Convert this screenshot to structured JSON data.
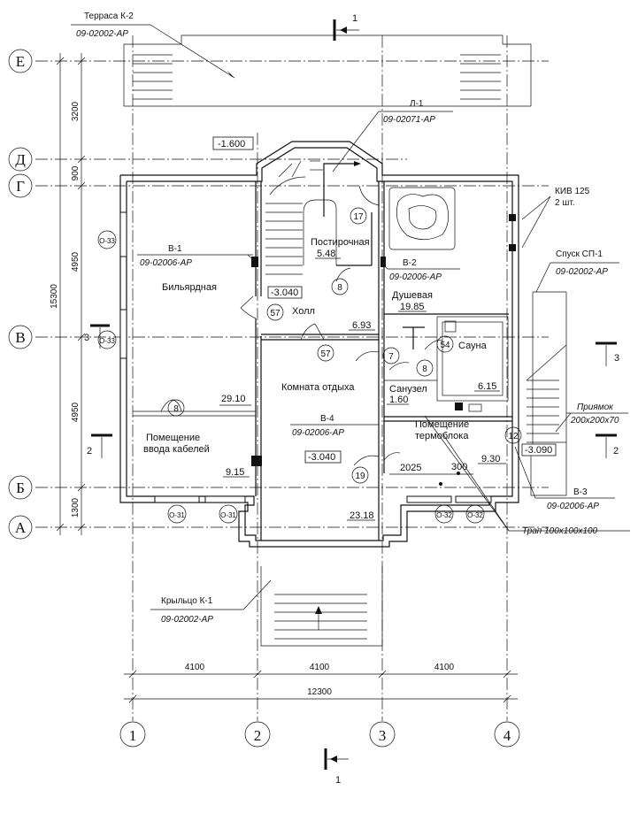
{
  "axes": {
    "letters": [
      "Е",
      "Д",
      "Г",
      "В",
      "Б",
      "А"
    ],
    "numbers": [
      "1",
      "2",
      "3",
      "4"
    ]
  },
  "dims": {
    "left": [
      "3200",
      "900",
      "4950",
      "4950",
      "1300"
    ],
    "left_total": "15300",
    "bottom": [
      "4100",
      "4100",
      "4100"
    ],
    "bottom_total": "12300"
  },
  "section": {
    "mark": "1",
    "cut3": "3",
    "cut2": "2"
  },
  "rooms": {
    "billiard": "Бильярдная",
    "pantry": "Постирочная",
    "hall": "Холл",
    "shower": "Душевая",
    "sauna": "Сауна",
    "rest": "Комната отдыха",
    "wc": "Санузел",
    "cable_1": "Помещение",
    "cable_2": "ввода кабелей",
    "boiler_1": "Помещение",
    "boiler_2": "термоблока"
  },
  "areas": {
    "pantry": "5.48",
    "hall": "6.93",
    "shower": "19.85",
    "billiard": "29.10",
    "sauna": "6.15",
    "wc": "1.60",
    "cable": "9.15",
    "boiler": "9.30",
    "rest": "23.18"
  },
  "levels": {
    "top": "-1.600",
    "hall": "-3.040",
    "rest": "-3.040",
    "pit": "-3.090"
  },
  "callouts": {
    "terrace": "Терраса К-2",
    "terrace_ref": "09-02002-АР",
    "l1": "Л-1",
    "l1_ref": "09-02071-АР",
    "kiv": "КИВ 125",
    "kiv_count": "2 шт.",
    "sp": "Спуск  СП-1",
    "sp_ref": "09-02002-АР",
    "pit": "Приямок",
    "pit_size": "200х200х70",
    "b1": "В-1",
    "b1_ref": "09-02006-АР",
    "b2": "В-2",
    "b2_ref": "09-02006-АР",
    "b3": "В-3",
    "b3_ref": "09-02006-АР",
    "b4": "В-4",
    "b4_ref": "09-02006-АР",
    "drain": "Трап 100х100х100",
    "porch": "Крыльцо К-1",
    "porch_ref": "09-02002-АР"
  },
  "marks": {
    "door17": "17",
    "door8a": "8",
    "door57a": "57",
    "door57b": "57",
    "door7": "7",
    "door8b": "8",
    "door54": "54",
    "door8c": "8",
    "door19": "19",
    "door12": "12",
    "win_o33a": "О-33",
    "win_o33b": "О-33",
    "win_o31a": "О-31",
    "win_o31b": "О-31",
    "win_o32a": "О-32",
    "win_o32b": "О-32"
  },
  "misc": {
    "dim_2025": "2025",
    "dim_300": "300"
  }
}
